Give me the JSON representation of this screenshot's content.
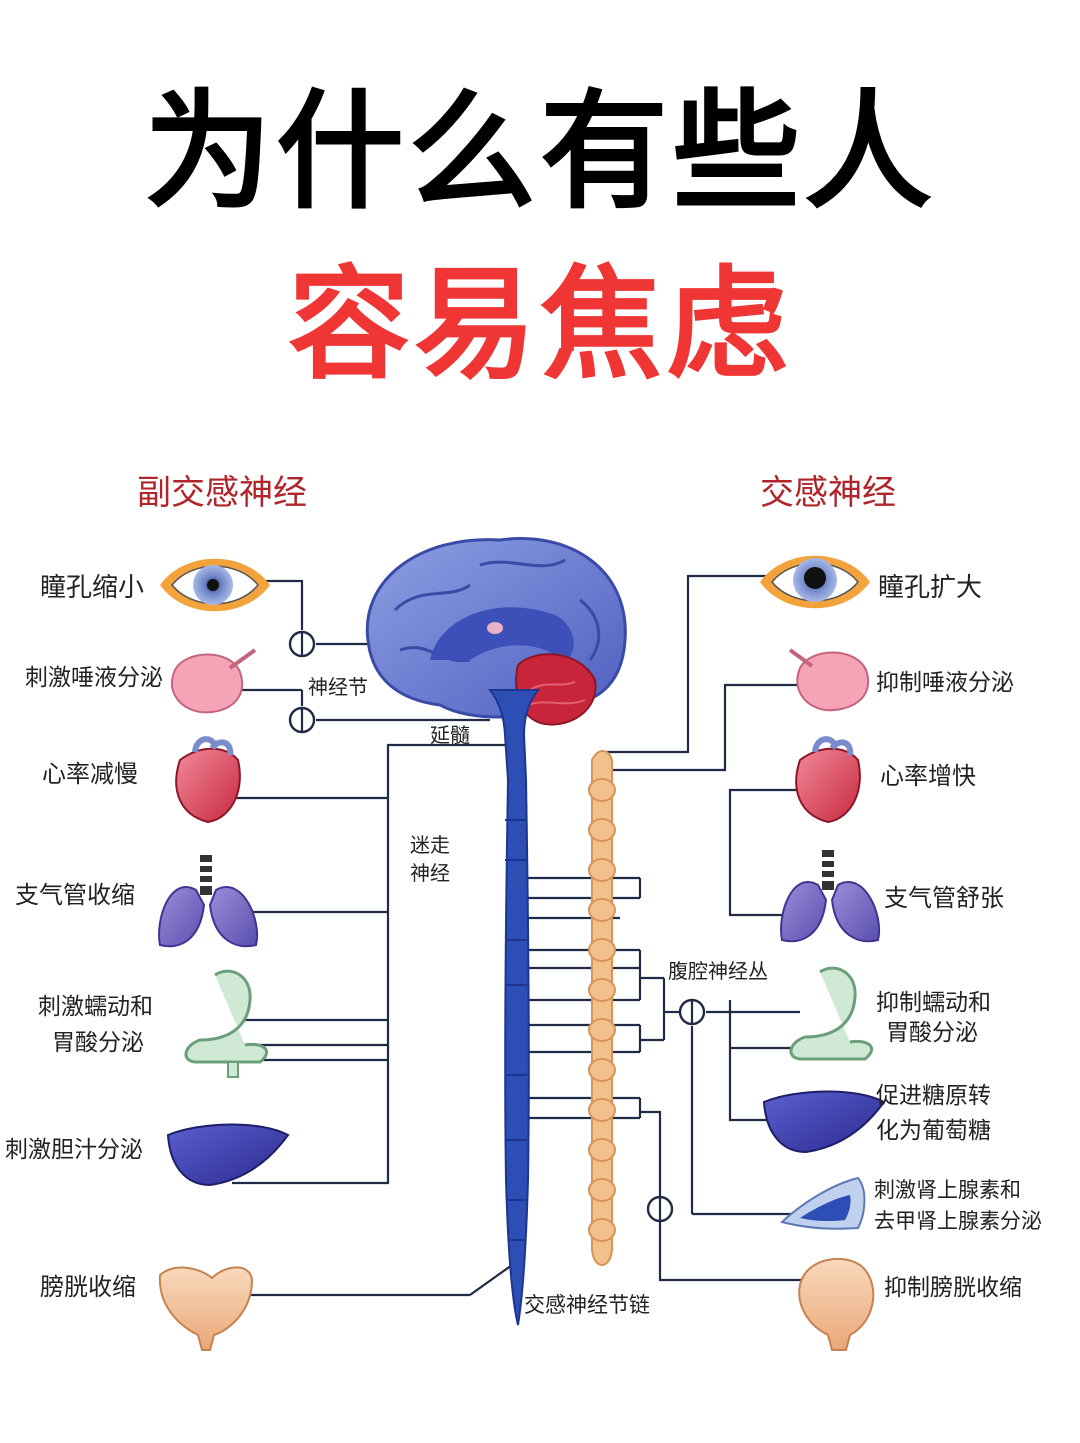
{
  "title": {
    "line1": "为什么有些人",
    "line2": "容易焦虑"
  },
  "colors": {
    "title_black": "#000000",
    "title_red": "#f03535",
    "header": "#b0252a",
    "line": "#1f2a44",
    "nerve_blue": "#2d4fb5",
    "chain_orange": "#f2c08d"
  },
  "headers": {
    "parasympathetic": "副交感神经",
    "sympathetic": "交感神经"
  },
  "center_labels": {
    "ganglion": "神经节",
    "medulla": "延髓",
    "vagus_1": "迷走",
    "vagus_2": "神经",
    "celiac_plexus": "腹腔神经丛",
    "sympathetic_chain": "交感神经节链"
  },
  "left_labels": {
    "pupil": "瞳孔缩小",
    "saliva": "刺激唾液分泌",
    "heart": "心率减慢",
    "bronchi": "支气管收缩",
    "stomach_1": "刺激蠕动和",
    "stomach_2": "胃酸分泌",
    "bile": "刺激胆汁分泌",
    "bladder": "膀胱收缩"
  },
  "right_labels": {
    "pupil": "瞳孔扩大",
    "saliva": "抑制唾液分泌",
    "heart": "心率增快",
    "bronchi": "支气管舒张",
    "stomach_1": "抑制蠕动和",
    "stomach_2": "胃酸分泌",
    "liver_1": "促进糖原转",
    "liver_2": "化为葡萄糖",
    "adrenal_1": "刺激肾上腺素和",
    "adrenal_2": "去甲肾上腺素分泌",
    "bladder": "抑制膀胱收缩"
  },
  "icons": [
    "eye-icon",
    "salivary-gland-icon",
    "heart-icon",
    "lungs-icon",
    "stomach-icon",
    "liver-icon",
    "adrenal-gland-icon",
    "bladder-icon",
    "brain-icon",
    "spinal-cord-icon",
    "sympathetic-chain-icon",
    "ganglion-circle-icon"
  ]
}
